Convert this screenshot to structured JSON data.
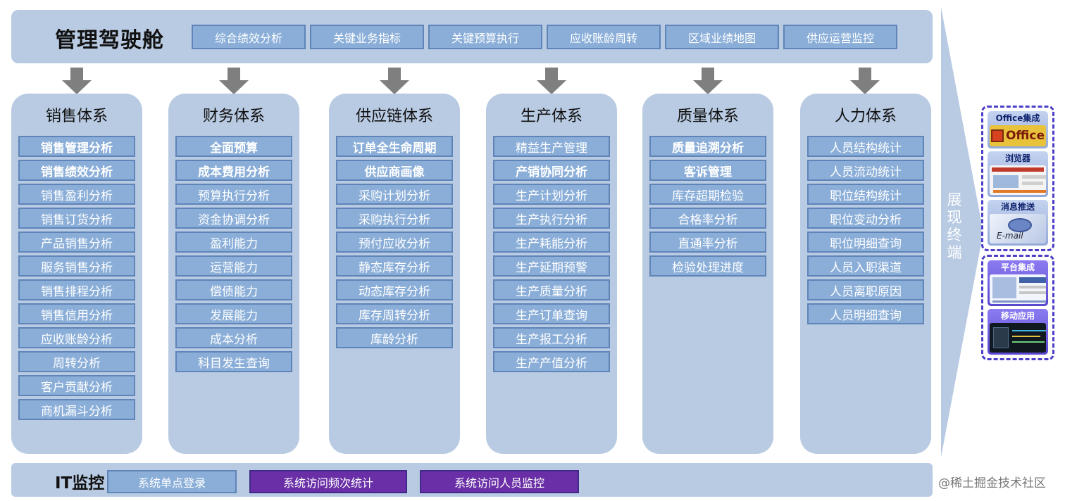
{
  "cockpit": {
    "title": "管理驾驶舱",
    "tabs": [
      "综合绩效分析",
      "关键业务指标",
      "关键预算执行",
      "应收账龄周转",
      "区域业绩地图",
      "供应运营监控"
    ]
  },
  "systems": [
    {
      "title": "销售体系",
      "items": [
        {
          "label": "销售管理分析",
          "bold": true
        },
        {
          "label": "销售绩效分析",
          "bold": true
        },
        {
          "label": "销售盈利分析",
          "bold": false
        },
        {
          "label": "销售订货分析",
          "bold": false
        },
        {
          "label": "产品销售分析",
          "bold": false
        },
        {
          "label": "服务销售分析",
          "bold": false
        },
        {
          "label": "销售排程分析",
          "bold": false
        },
        {
          "label": "销售信用分析",
          "bold": false
        },
        {
          "label": "应收账龄分析",
          "bold": false
        },
        {
          "label": "周转分析",
          "bold": false
        },
        {
          "label": "客户贡献分析",
          "bold": false
        },
        {
          "label": "商机漏斗分析",
          "bold": false
        }
      ]
    },
    {
      "title": "财务体系",
      "items": [
        {
          "label": "全面预算",
          "bold": true
        },
        {
          "label": "成本费用分析",
          "bold": true
        },
        {
          "label": "预算执行分析",
          "bold": false
        },
        {
          "label": "资金协调分析",
          "bold": false
        },
        {
          "label": "盈利能力",
          "bold": false
        },
        {
          "label": "运营能力",
          "bold": false
        },
        {
          "label": "偿债能力",
          "bold": false
        },
        {
          "label": "发展能力",
          "bold": false
        },
        {
          "label": "成本分析",
          "bold": false
        },
        {
          "label": "科目发生查询",
          "bold": false
        }
      ]
    },
    {
      "title": "供应链体系",
      "items": [
        {
          "label": "订单全生命周期",
          "bold": true
        },
        {
          "label": "供应商画像",
          "bold": true
        },
        {
          "label": "采购计划分析",
          "bold": false
        },
        {
          "label": "采购执行分析",
          "bold": false
        },
        {
          "label": "预付应收分析",
          "bold": false
        },
        {
          "label": "静态库存分析",
          "bold": false
        },
        {
          "label": "动态库存分析",
          "bold": false
        },
        {
          "label": "库存周转分析",
          "bold": false
        },
        {
          "label": "库龄分析",
          "bold": false
        }
      ]
    },
    {
      "title": "生产体系",
      "items": [
        {
          "label": "精益生产管理",
          "bold": false
        },
        {
          "label": "产销协同分析",
          "bold": true
        },
        {
          "label": "生产计划分析",
          "bold": false
        },
        {
          "label": "生产执行分析",
          "bold": false
        },
        {
          "label": "生产耗能分析",
          "bold": false
        },
        {
          "label": "生产延期预警",
          "bold": false
        },
        {
          "label": "生产质量分析",
          "bold": false
        },
        {
          "label": "生产订单查询",
          "bold": false
        },
        {
          "label": "生产报工分析",
          "bold": false
        },
        {
          "label": "生产产值分析",
          "bold": false
        }
      ]
    },
    {
      "title": "质量体系",
      "items": [
        {
          "label": "质量追溯分析",
          "bold": true
        },
        {
          "label": "客诉管理",
          "bold": true
        },
        {
          "label": "库存超期检验",
          "bold": false
        },
        {
          "label": "合格率分析",
          "bold": false
        },
        {
          "label": "直通率分析",
          "bold": false
        },
        {
          "label": "检验处理进度",
          "bold": false
        }
      ]
    },
    {
      "title": "人力体系",
      "items": [
        {
          "label": "人员结构统计",
          "bold": false
        },
        {
          "label": "人员流动统计",
          "bold": false
        },
        {
          "label": "职位结构统计",
          "bold": false
        },
        {
          "label": "职位变动分析",
          "bold": false
        },
        {
          "label": "职位明细查询",
          "bold": false
        },
        {
          "label": "人员入职渠道",
          "bold": false
        },
        {
          "label": "人员离职原因",
          "bold": false
        },
        {
          "label": "人员明细查询",
          "bold": false
        }
      ]
    }
  ],
  "terminal": {
    "label": "展现终端",
    "group1": [
      {
        "label": "Office集成",
        "thumb_text": "Office",
        "icon": "office-icon"
      },
      {
        "label": "浏览器",
        "icon": "browser-icon"
      },
      {
        "label": "消息推送",
        "thumb_text": "E-mail",
        "icon": "email-icon"
      }
    ],
    "group2": [
      {
        "label": "平台集成",
        "icon": "platform-icon"
      },
      {
        "label": "移动应用",
        "icon": "mobile-app-icon"
      }
    ]
  },
  "it_monitor": {
    "title": "IT监控",
    "buttons": [
      {
        "label": "系统单点登录",
        "style": "blue"
      },
      {
        "label": "系统访问频次统计",
        "style": "violet"
      },
      {
        "label": "系统访问人员监控",
        "style": "violet"
      }
    ]
  },
  "watermark": "@稀土掘金技术社区",
  "colors": {
    "panel": "#b9cbe3",
    "item": "#8aaed8",
    "item_border": "#5e84b8",
    "arrow": "#7f7f7f",
    "violet": "#6a2fa6",
    "dashed_border": "#4b3ec8"
  }
}
